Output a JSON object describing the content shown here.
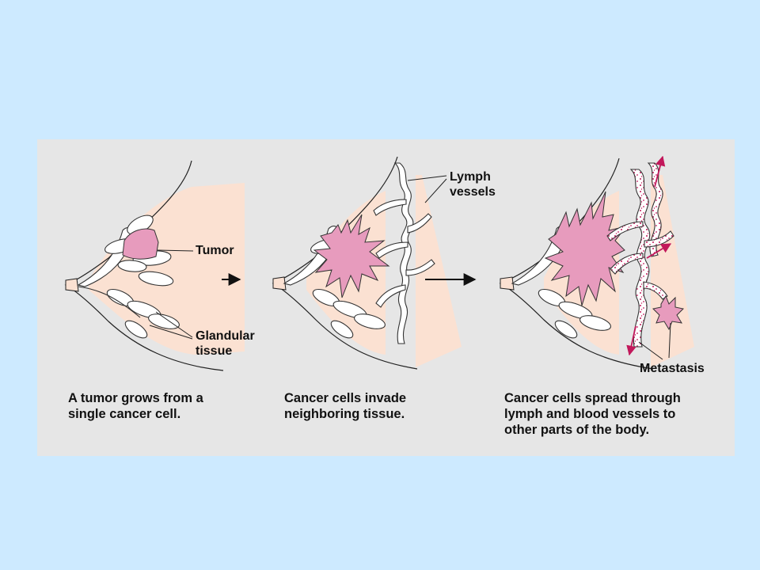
{
  "labels": {
    "tumor": "Tumor",
    "glandular_tissue": "Glandular\ntissue",
    "lymph_vessels": "Lymph\nvessels",
    "metastasis": "Metastasis"
  },
  "captions": {
    "stage1": "A tumor grows from a\nsingle cancer cell.",
    "stage2": "Cancer cells invade\nneighboring tissue.",
    "stage3": "Cancer cells spread through\nlymph and blood vessels to\nother parts of the body."
  },
  "colors": {
    "page_background": "#cdeaff",
    "panel_background": "#e6e6e6",
    "breast_fat": "#fbe1d2",
    "tumor": "#e79bbd",
    "arrow_magenta": "#c2185b"
  },
  "icons": {
    "stage_arrow": "right-arrow-icon"
  }
}
